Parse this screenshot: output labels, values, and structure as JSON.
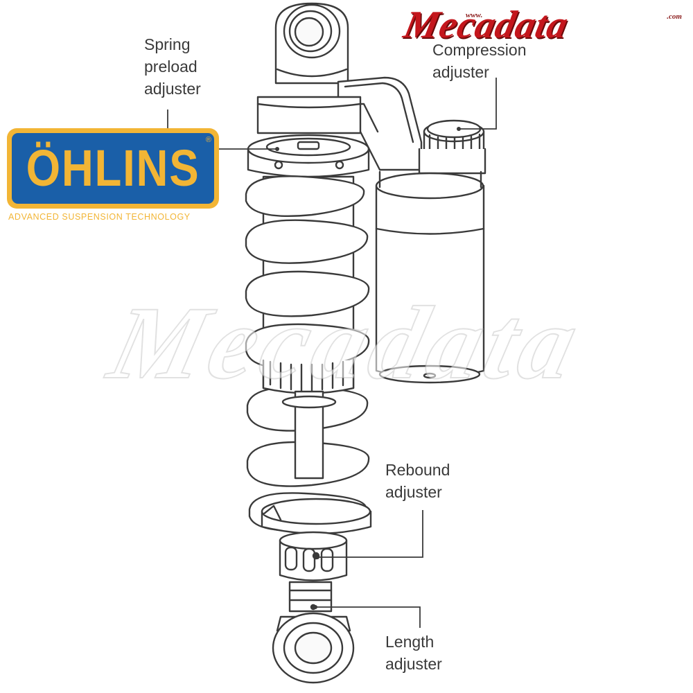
{
  "labels": {
    "preload": [
      "Spring",
      "preload",
      "adjuster"
    ],
    "compression": [
      "Compression",
      "adjuster"
    ],
    "rebound": [
      "Rebound",
      "adjuster"
    ],
    "length": [
      "Length",
      "adjuster"
    ]
  },
  "ohlins_logo": {
    "wordmark": "ÖHLINS",
    "registered": "®",
    "tagline": "ADVANCED SUSPENSION TECHNOLOGY"
  },
  "mecadata_logo": {
    "prefix": "www.",
    "wordmark": "Mecadata",
    "suffix": ".com"
  },
  "watermark": "Mecadata",
  "colors": {
    "line": "#3a3a3a",
    "ohlins_blue": "#1a5fa8",
    "ohlins_gold": "#f2b535",
    "mecadata_red": "#c4161c"
  }
}
